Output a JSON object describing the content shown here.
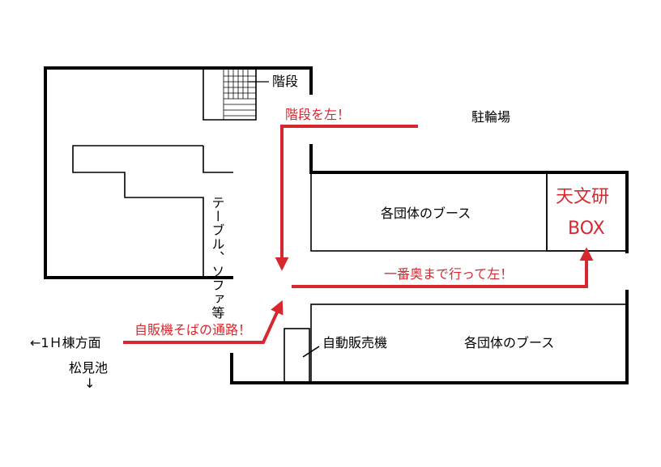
{
  "colors": {
    "wall": "#000000",
    "route": "#d7282f",
    "label": "#000000",
    "highlight": "#d7282f"
  },
  "labels": {
    "stairs": "階段",
    "bicycle_parking": "駐輪場",
    "tables_sofas": "テーブル、ソファ等",
    "booth_top": "各団体のブース",
    "booth_bottom": "各団体のブース",
    "vending_machine": "自動販売機",
    "astronomy_club": "天文研",
    "astronomy_box": "BOX",
    "to_building_1h": "←1Ｈ棟方面",
    "to_matsumi_pond": "松見池",
    "to_matsumi_arrow": "↓"
  },
  "route": {
    "step1": "自販機そばの通路！",
    "step2": "階段を左！",
    "step3": "一番奥まで行って左！"
  }
}
